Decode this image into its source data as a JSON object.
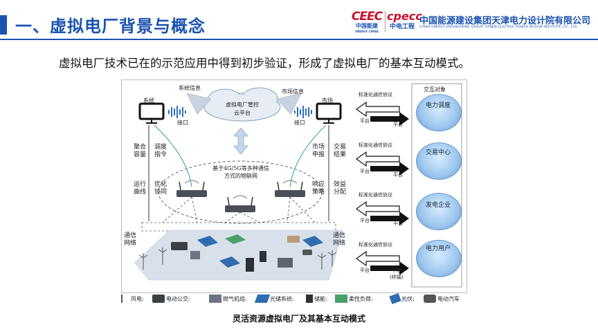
{
  "header": {
    "title": "一、虚拟电厂背景与概念",
    "logo1_mark": "CEEC",
    "logo1_name": "中国能建",
    "logo1_en": "ENERGY CHINA",
    "logo2_mark": "cpecc",
    "logo2_name": "中电工程",
    "company_name": "中国能源建设集团天津电力设计院有限公司",
    "company_en": "CHINA ENERGY ENGINEERING GROUP TIANJIN ELECTRIC POWER DESIGN INSTITUTE CO., LTD."
  },
  "subtitle": "虚拟电厂技术已在的示范应用中得到初步验证，形成了虚拟电厂的基本互动模式。",
  "figure": {
    "system_label": "系统",
    "market_label": "市场",
    "system_info": "系统信息",
    "market_info": "市场信息",
    "cloud_line1": "虚拟电厂管控",
    "cloud_line2": "云平台",
    "interface_left": "接口",
    "interface_right": "接口",
    "network_line1": "基于4G/5G等多种通信",
    "network_line2": "方式的物联网",
    "left_col1": [
      "聚合容量",
      "运行曲线",
      "通信网络"
    ],
    "left_col2": [
      "调度指令",
      "优化协同"
    ],
    "right_col1": [
      "市场申报",
      "响应策略"
    ],
    "right_col2": [
      "交易结果",
      "效益分配"
    ],
    "right_comm": "通信网络"
  },
  "protocol": {
    "rows": [
      {
        "label": "标准化通信协议",
        "left": "平台",
        "right": "平台"
      },
      {
        "label": "标准化通信协议",
        "left": "平台",
        "right": "平台"
      },
      {
        "label": "标准化通信协议",
        "left": "平台",
        "right": "平台"
      },
      {
        "label": "标准化通信协议",
        "left": "平台",
        "right": "平台\n(终端)"
      }
    ]
  },
  "objects": {
    "title": "交互对象",
    "items": [
      "电力调度",
      "交易中心",
      "发电企业",
      "电力用户"
    ]
  },
  "legend": {
    "items": [
      "风电:",
      "电动公交:",
      "燃气机组:",
      "光储系统:",
      "储能:",
      "柔性负荷:",
      "光伏:",
      "电动汽车"
    ]
  },
  "caption": "灵活资源虚拟电厂及其基本互动模式",
  "colors": {
    "brand_blue": "#1a52b0",
    "brand_red": "#c8102e"
  }
}
